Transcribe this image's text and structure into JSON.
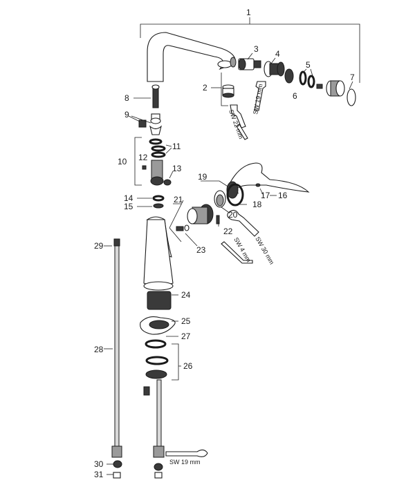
{
  "callouts": {
    "c1": "1",
    "c2": "2",
    "c3": "3",
    "c4": "4",
    "c5": "5",
    "c6": "6",
    "c7": "7",
    "c8": "8",
    "c9": "9",
    "c10": "10",
    "c11": "11",
    "c12": "12",
    "c13": "13",
    "c14": "14",
    "c15": "15",
    "c16": "16",
    "c17": "17",
    "c18": "18",
    "c19": "19",
    "c20": "20",
    "c21": "21",
    "c22": "22",
    "c23": "23",
    "c24": "24",
    "c25": "25",
    "c26": "26",
    "c27": "27",
    "c28": "28",
    "c29": "29",
    "c30": "30",
    "c31": "31"
  },
  "tools": {
    "sw19_top": "SW 19 mm",
    "sw22": "SW 22 mm",
    "sw30": "SW 30 mm",
    "sw4": "SW 4 mm",
    "sw19_bottom": "SW 19 mm"
  }
}
